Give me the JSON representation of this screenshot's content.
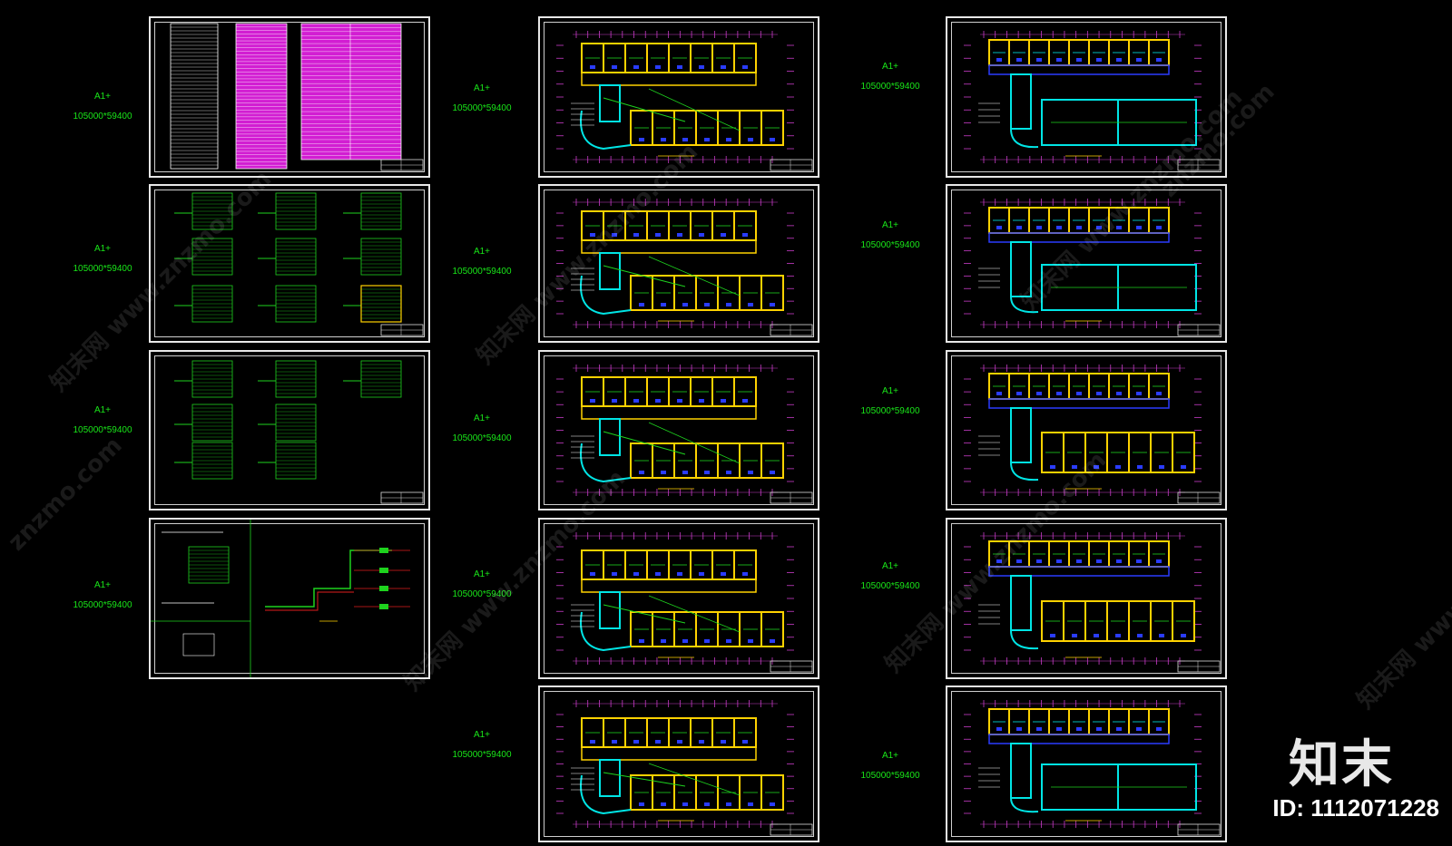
{
  "sheet_label": {
    "size": "A1+",
    "dimensions": "105000*59400"
  },
  "watermark": {
    "text_cn": "知末网 www.znzmo.com",
    "text_en": "znzmo.com"
  },
  "brand": {
    "name": "知末",
    "id_text": "ID: 1112071228"
  },
  "colors": {
    "background": "#000000",
    "frame": "#e8e8e8",
    "label_green": "#19e619",
    "wall_yellow": "#ffd200",
    "wall_cyan": "#00e5e5",
    "wire_green": "#1ed21e",
    "grid_magenta": "#c83cc8",
    "symbol_blue": "#2a3cff",
    "table_magenta": "#d21ed2"
  },
  "columns": [
    {
      "name": "schedules",
      "sheets": [
        {
          "kind": "legend-table"
        },
        {
          "kind": "panel-schedules"
        },
        {
          "kind": "panel-schedules"
        },
        {
          "kind": "system-diagram"
        }
      ]
    },
    {
      "name": "floorplans-a",
      "sheets": [
        {
          "kind": "floor-plan"
        },
        {
          "kind": "floor-plan"
        },
        {
          "kind": "floor-plan"
        },
        {
          "kind": "floor-plan"
        },
        {
          "kind": "floor-plan"
        }
      ]
    },
    {
      "name": "floorplans-b",
      "sheets": [
        {
          "kind": "floor-plan-b"
        },
        {
          "kind": "floor-plan-b"
        },
        {
          "kind": "floor-plan-b"
        },
        {
          "kind": "floor-plan-b"
        },
        {
          "kind": "floor-plan-b"
        }
      ]
    }
  ]
}
